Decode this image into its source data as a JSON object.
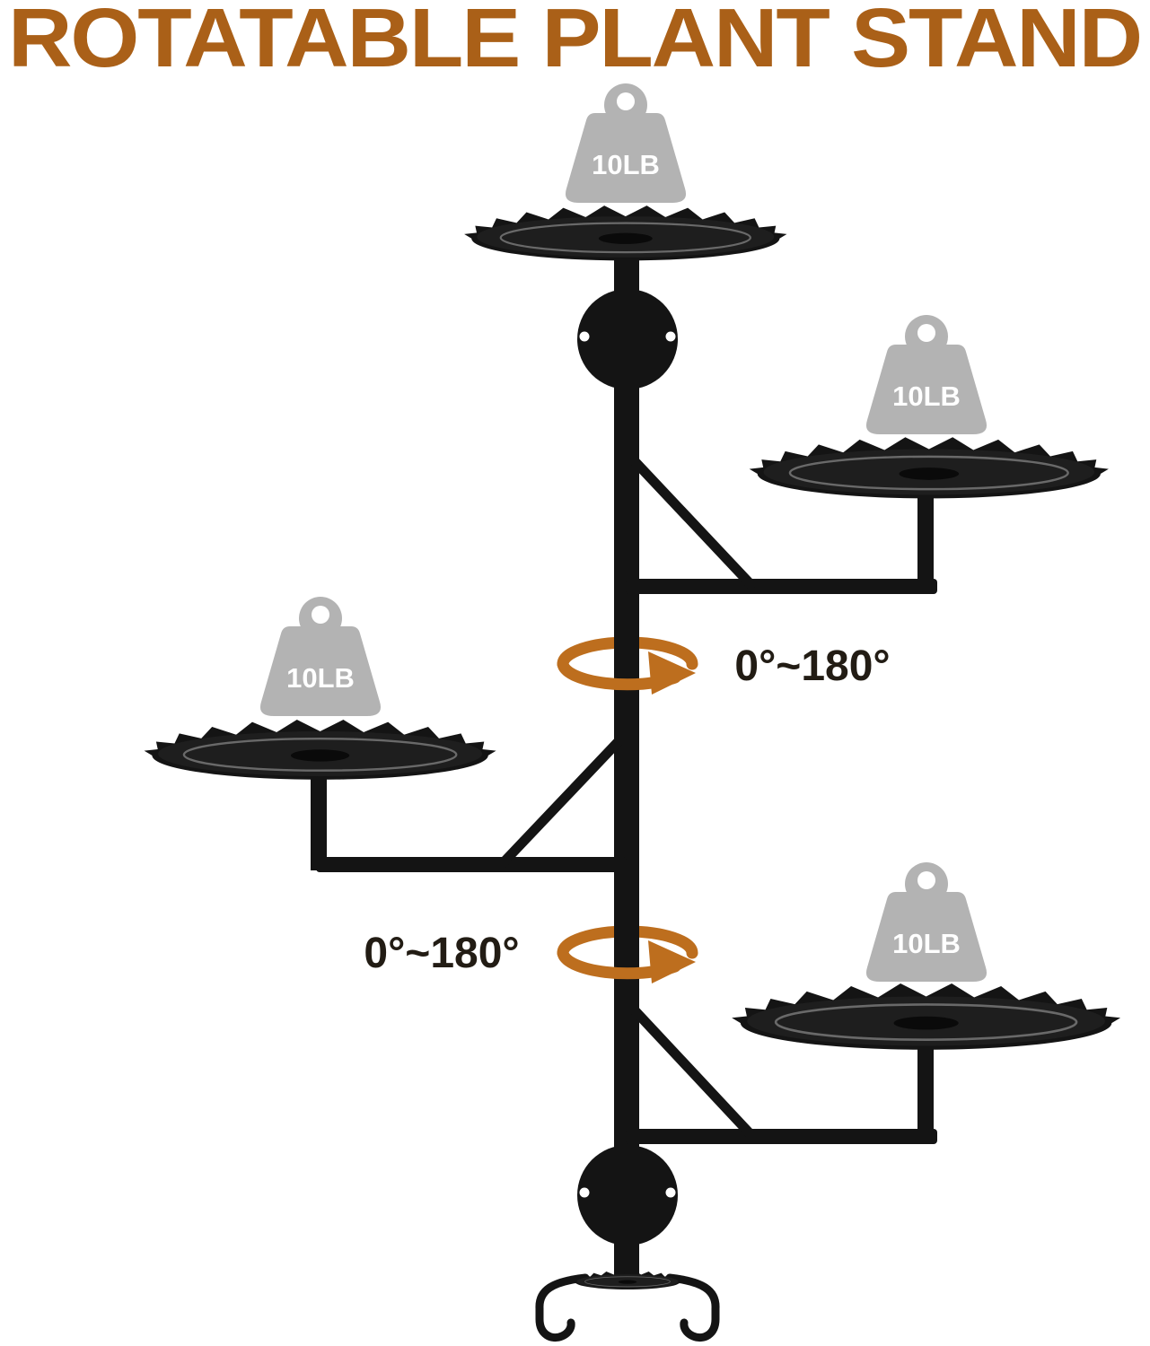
{
  "title": "ROTATABLE PLANT STAND",
  "colors": {
    "background": "#ffffff",
    "title": "#aa6018",
    "accent": "#bd6e1e",
    "stand": "#141414",
    "weight": "#b3b3b3",
    "weight_label": "#ffffff",
    "rotation_label": "#221c14"
  },
  "weights": [
    {
      "label": "10LB"
    },
    {
      "label": "10LB"
    },
    {
      "label": "10LB"
    },
    {
      "label": "10LB"
    }
  ],
  "rotation_labels": [
    {
      "label": "0°~180°"
    },
    {
      "label": "0°~180°"
    }
  ]
}
